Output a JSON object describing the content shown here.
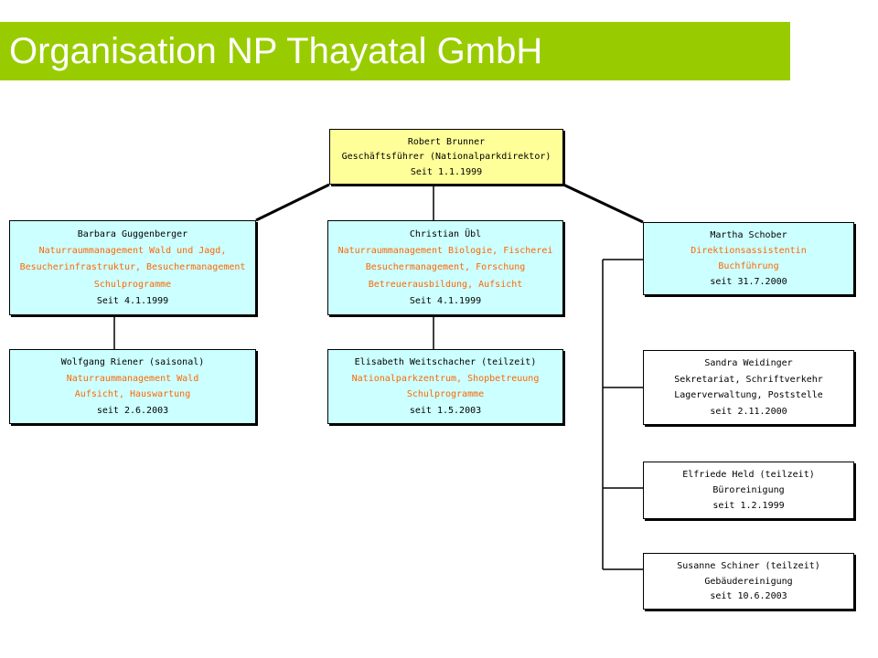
{
  "title": "Organisation NP Thayatal GmbH",
  "colors": {
    "title_bar": "#99cc00",
    "title_text": "#ffffff",
    "director_box": "#ffff99",
    "department_box": "#ccffff",
    "staff_box": "#ffffff",
    "highlight_text": "#ff6600",
    "connector": "#000000"
  },
  "org": {
    "director": {
      "name": "Robert Brunner",
      "role": "Geschäftsführer (Nationalparkdirektor)",
      "since": "Seit 1.1.1999"
    },
    "guggenberger": {
      "name": "Barbara Guggenberger",
      "duty1": "Naturraummanagement Wald und Jagd,",
      "duty2": "Besucherinfrastruktur, Besuchermanagement",
      "duty3": "Schulprogramme",
      "since": "Seit 4.1.1999"
    },
    "uebl": {
      "name": "Christian Übl",
      "duty1": "Naturraummanagement Biologie, Fischerei",
      "duty2": "Besuchermanagement, Forschung",
      "duty3": "Betreuerausbildung, Aufsicht",
      "since": "Seit 4.1.1999"
    },
    "schober": {
      "name": "Martha Schober",
      "duty1": "Direktionsassistentin",
      "duty2": "Buchführung",
      "since": "seit 31.7.2000"
    },
    "riener": {
      "name": "Wolfgang Riener (saisonal)",
      "duty1": "Naturraummanagement Wald",
      "duty2": "Aufsicht, Hauswartung",
      "since": "seit 2.6.2003"
    },
    "weitschacher": {
      "name": "Elisabeth Weitschacher (teilzeit)",
      "duty1": "Nationalparkzentrum, Shopbetreuung",
      "duty2": "Schulprogramme",
      "since": "seit 1.5.2003"
    },
    "weidinger": {
      "name": "Sandra Weidinger",
      "duty1": "Sekretariat, Schriftverkehr",
      "duty2": "Lagerverwaltung, Poststelle",
      "since": "seit 2.11.2000"
    },
    "held": {
      "name": "Elfriede Held (teilzeit)",
      "duty1": "Büroreinigung",
      "since": "seit 1.2.1999"
    },
    "schiner": {
      "name": "Susanne Schiner (teilzeit)",
      "duty1": "Gebäudereinigung",
      "since": "seit 10.6.2003"
    }
  }
}
